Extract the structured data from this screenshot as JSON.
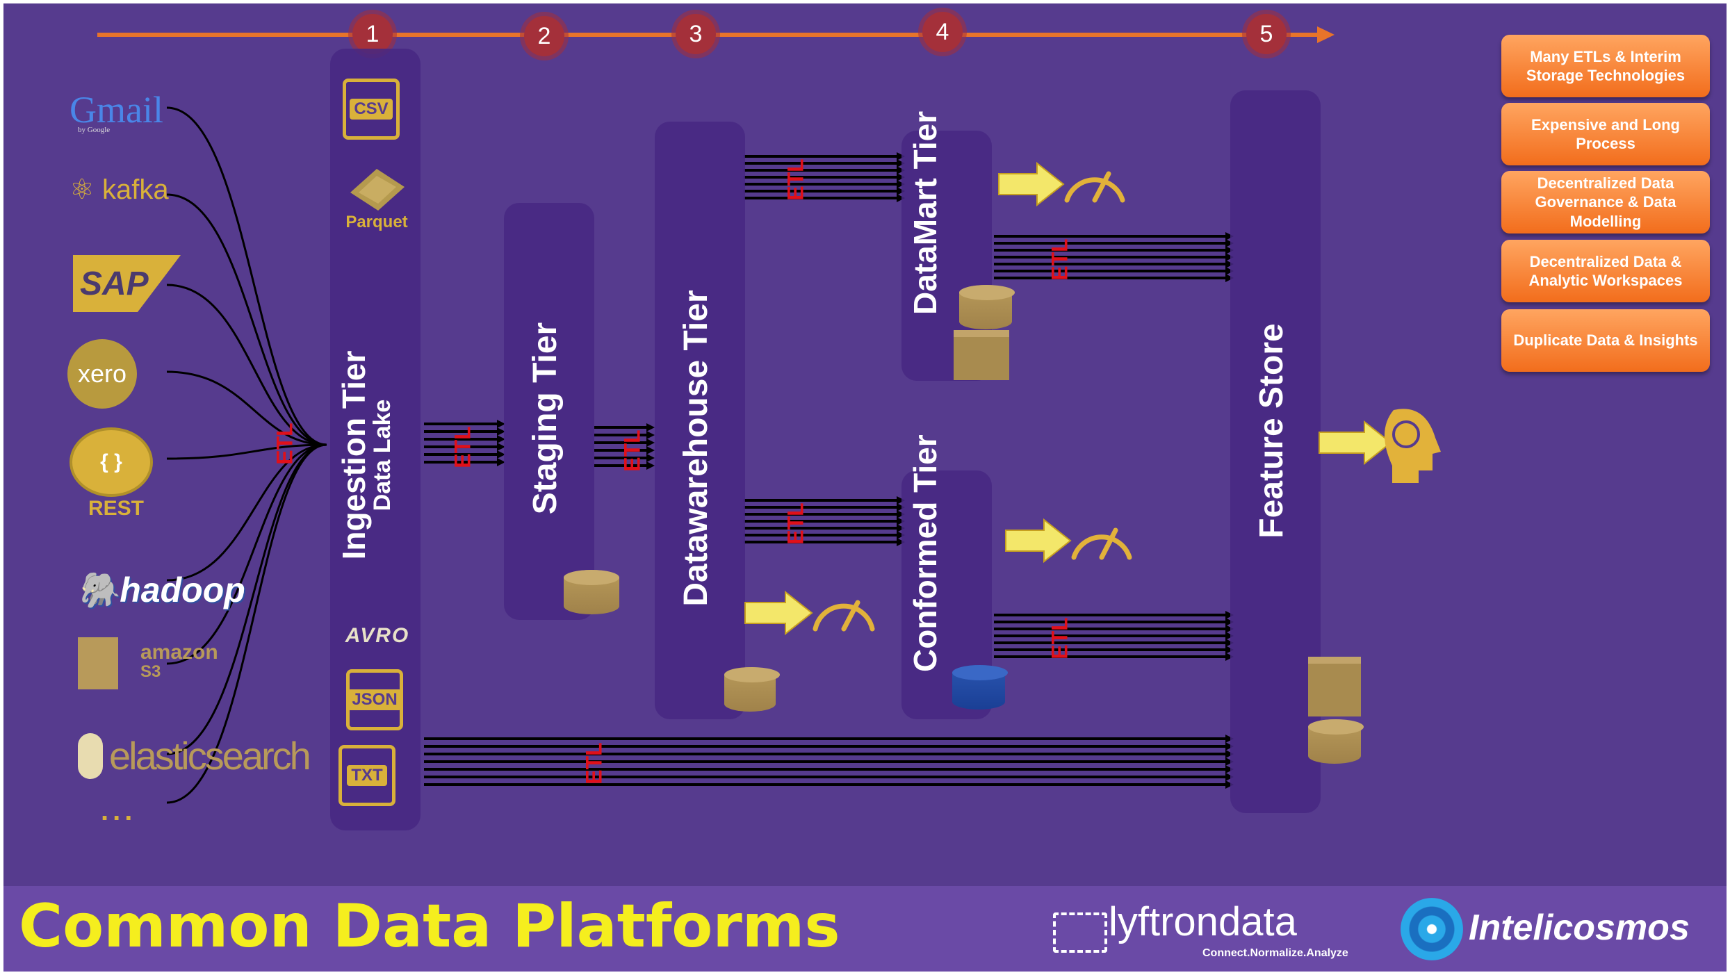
{
  "steps": [
    "1",
    "2",
    "3",
    "4",
    "5"
  ],
  "tiers": {
    "ingestion": {
      "title": "Ingestion Tier",
      "subtitle": "Data Lake"
    },
    "staging": {
      "title": "Staging Tier"
    },
    "warehouse": {
      "title": "Datawarehouse Tier"
    },
    "datamart": {
      "title": "DataMart Tier"
    },
    "conformed": {
      "title": "Conformed Tier"
    },
    "feature": {
      "title": "Feature Store"
    }
  },
  "file_formats": [
    "CSV",
    "Parquet",
    "AVRO",
    "JSON",
    "TXT"
  ],
  "sources": {
    "gmail": "Gmail",
    "gmail_by": "by Google",
    "kafka": "kafka",
    "sap": "SAP",
    "xero": "xero",
    "rest_symbol": "{ }",
    "rest": "REST",
    "hadoop": "hadoop",
    "amazon": "amazon",
    "s3": "S3",
    "elasticsearch": "elasticsearch",
    "more": "..."
  },
  "etl_label": "ETL",
  "issues": [
    "Many ETLs & Interim Storage Technologies",
    "Expensive and Long Process",
    "Decentralized Data Governance & Data Modelling",
    "Decentralized Data & Analytic Workspaces",
    "Duplicate Data & Insights"
  ],
  "footer": {
    "title": "Common Data Platforms",
    "brand1": "lyftrondata",
    "brand1_tagline": "Connect.Normalize.Analyze",
    "brand2": "Intelicosmos"
  },
  "colors": {
    "background": "#563b8e",
    "tier": "#46287f",
    "gold": "#d9b13a",
    "yellow_arrow": "#f3e76a",
    "timeline": "#e8742a",
    "step_circle": "#a4303a",
    "etl": "#e0101a",
    "issue_badge": "#f58232",
    "footer_title": "#f5ee1e"
  },
  "icons": [
    "csv-file-icon",
    "parquet-icon",
    "avro-icon",
    "json-file-icon",
    "txt-file-icon",
    "database-cylinder-icon",
    "gauge-icon",
    "brain-head-icon",
    "arrow-right-icon"
  ]
}
